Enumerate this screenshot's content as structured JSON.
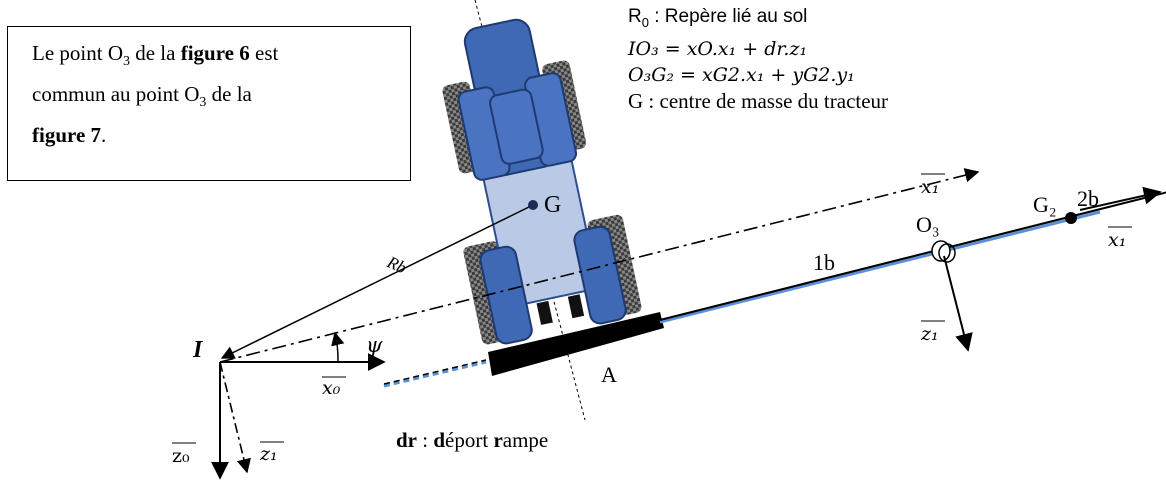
{
  "note": {
    "line1_pre": "Le point O",
    "line1_sub": "3",
    "line1_mid": " de la ",
    "line1_bold": "figure 6",
    "line1_post": " est",
    "line2_pre": "commun au point O",
    "line2_sub": "3",
    "line2_post": " de la",
    "line3_bold": "figure 7",
    "line3_post": "."
  },
  "legend": {
    "r0_label": "R",
    "r0_sub": "0",
    "r0_text": " : Repère lié au sol",
    "eq1": "IO₃ = xO.x₁ + dr.z₁",
    "eq2": "O₃G₂ = xG2.x₁ + yG2.y₁",
    "g_text": "G : centre de masse du tracteur"
  },
  "labels": {
    "point_I": "I",
    "point_G": "G",
    "point_A": "A",
    "point_O3": "O₃",
    "point_G2": "G₂",
    "seg_1b": "1b",
    "seg_2b": "2b",
    "radius": "Rb",
    "angle_psi": "ψ",
    "vec_x0": "x₀",
    "vec_z0": "z₀",
    "vec_z1_left": "z₁",
    "vec_x1_mid": "x₁",
    "vec_x1_right": "x₁",
    "vec_z1_right": "z₁"
  },
  "footer": {
    "dr_bold1": "dr",
    "dr_sep": " : ",
    "dr_bold2": "d",
    "dr_text2": "éport ",
    "dr_bold3": "r",
    "dr_text3": "ampe"
  },
  "colors": {
    "tractor_blue": "#3f68b5",
    "tractor_light": "#b9c9e6",
    "tire_dark": "#2a2a2a",
    "boom_blue": "#5b8fd6"
  }
}
